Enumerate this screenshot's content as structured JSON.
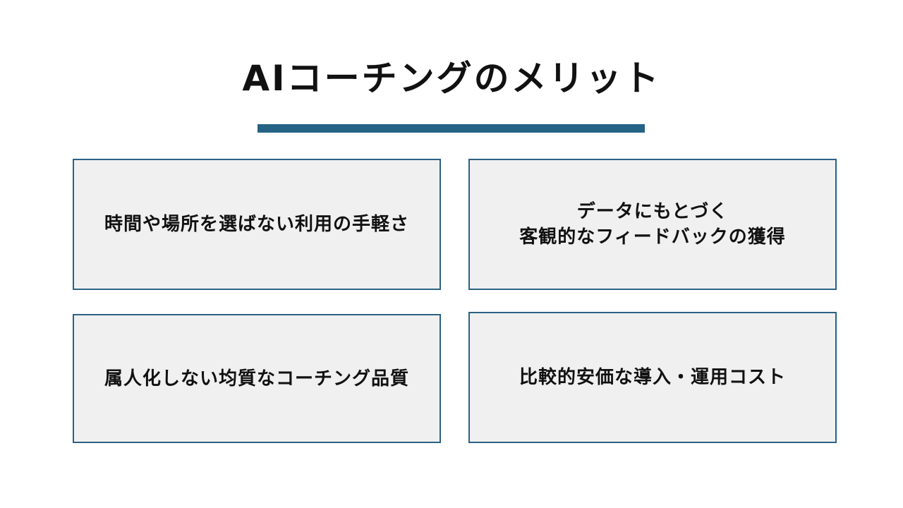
{
  "slide": {
    "title": "AIコーチングのメリット",
    "accent_color": "#256385",
    "cards": [
      {
        "lines": [
          "時間や場所を選ばない利用の手軽さ"
        ]
      },
      {
        "lines": [
          "データにもとづく",
          "客観的なフィードバックの獲得"
        ]
      },
      {
        "lines": [
          "属人化しない均質なコーチング品質"
        ]
      },
      {
        "lines": [
          "比較的安価な導入・運用コスト"
        ]
      }
    ]
  }
}
